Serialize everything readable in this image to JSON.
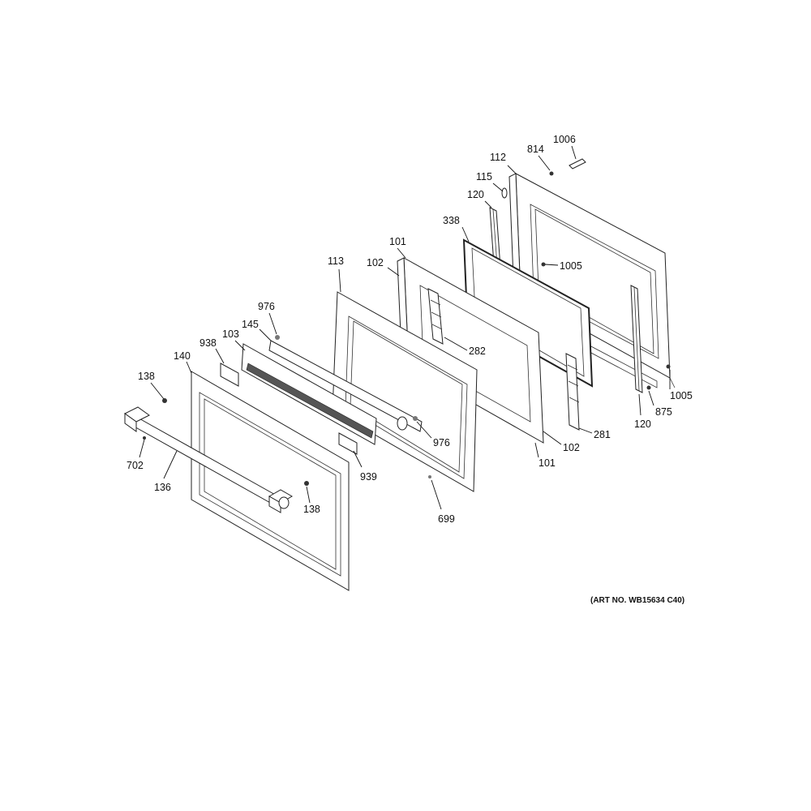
{
  "art_number": "(ART NO. WB15634 C40)",
  "callouts": [
    {
      "id": "1006",
      "text": "1006"
    },
    {
      "id": "814",
      "text": "814"
    },
    {
      "id": "112",
      "text": "112"
    },
    {
      "id": "115",
      "text": "115"
    },
    {
      "id": "120a",
      "text": "120"
    },
    {
      "id": "338",
      "text": "338"
    },
    {
      "id": "101a",
      "text": "101"
    },
    {
      "id": "102a",
      "text": "102"
    },
    {
      "id": "113",
      "text": "113"
    },
    {
      "id": "1005a",
      "text": "1005"
    },
    {
      "id": "976a",
      "text": "976"
    },
    {
      "id": "145",
      "text": "145"
    },
    {
      "id": "103",
      "text": "103"
    },
    {
      "id": "938",
      "text": "938"
    },
    {
      "id": "140",
      "text": "140"
    },
    {
      "id": "138a",
      "text": "138"
    },
    {
      "id": "282",
      "text": "282"
    },
    {
      "id": "1005b",
      "text": "1005"
    },
    {
      "id": "875",
      "text": "875"
    },
    {
      "id": "120b",
      "text": "120"
    },
    {
      "id": "281",
      "text": "281"
    },
    {
      "id": "976b",
      "text": "976"
    },
    {
      "id": "102b",
      "text": "102"
    },
    {
      "id": "101b",
      "text": "101"
    },
    {
      "id": "702",
      "text": "702"
    },
    {
      "id": "136",
      "text": "136"
    },
    {
      "id": "939",
      "text": "939"
    },
    {
      "id": "138b",
      "text": "138"
    },
    {
      "id": "699",
      "text": "699"
    }
  ]
}
